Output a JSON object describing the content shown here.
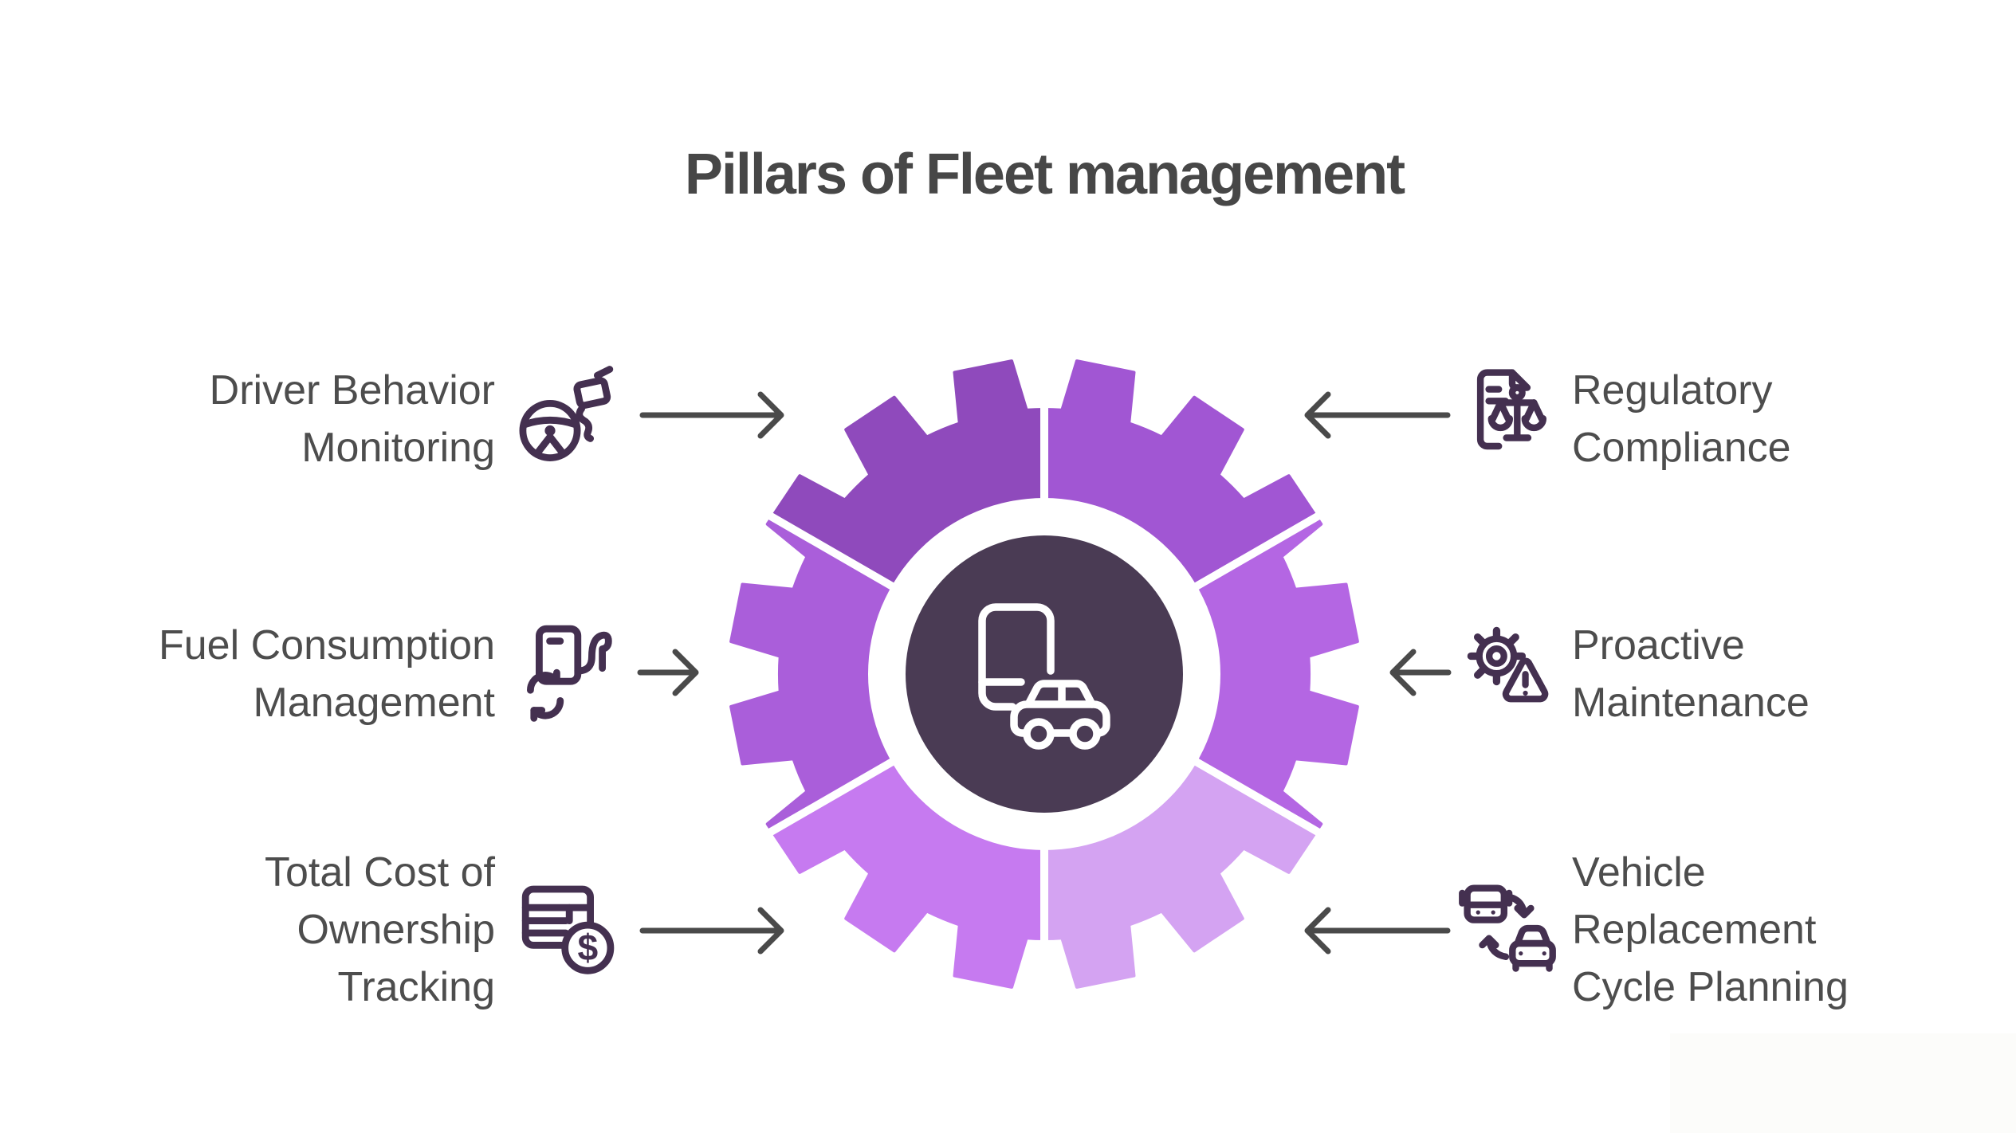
{
  "title": "Pillars of Fleet management",
  "colors": {
    "background": "#ffffff",
    "title_text": "#474747",
    "label_text": "#4d4d4d",
    "arrow": "#4a4a4a",
    "icon_stroke": "#443050",
    "gear_separator": "#ffffff",
    "center_circle_fill": "#4a3b54",
    "center_ring": "#ffffff",
    "center_icon_stroke": "#ffffff"
  },
  "gear_segments": [
    {
      "pillar": "driver-behavior-monitoring",
      "position": "top-left",
      "color": "#8f4abc"
    },
    {
      "pillar": "regulatory-compliance",
      "position": "top-right",
      "color": "#a156d3"
    },
    {
      "pillar": "proactive-maintenance",
      "position": "middle-right",
      "color": "#b466e3"
    },
    {
      "pillar": "vehicle-replacement-cycle-planning",
      "position": "bottom-right",
      "color": "#d4a3f2"
    },
    {
      "pillar": "total-cost-of-ownership-tracking",
      "position": "bottom-left",
      "color": "#c67af0"
    },
    {
      "pillar": "fuel-consumption-management",
      "position": "middle-left",
      "color": "#aa5eda"
    }
  ],
  "pillars": [
    {
      "id": "driver-behavior-monitoring",
      "label": "Driver Behavior Monitoring",
      "lines": [
        "Driver Behavior",
        "Monitoring"
      ],
      "side": "left",
      "icon": "steering-wheel-dashcam-icon"
    },
    {
      "id": "fuel-consumption-management",
      "label": "Fuel Consumption Management",
      "lines": [
        "Fuel Consumption",
        "Management"
      ],
      "side": "left",
      "icon": "fuel-pump-refresh-icon"
    },
    {
      "id": "total-cost-of-ownership-tracking",
      "label": "Total Cost of Ownership Tracking",
      "lines": [
        "Total Cost of",
        "Ownership",
        "Tracking"
      ],
      "side": "left",
      "icon": "spreadsheet-dollar-icon"
    },
    {
      "id": "regulatory-compliance",
      "label": "Regulatory Compliance",
      "lines": [
        "Regulatory",
        "Compliance"
      ],
      "side": "right",
      "icon": "document-scales-icon"
    },
    {
      "id": "proactive-maintenance",
      "label": "Proactive Maintenance",
      "lines": [
        "Proactive",
        "Maintenance"
      ],
      "side": "right",
      "icon": "gear-warning-icon"
    },
    {
      "id": "vehicle-replacement-cycle-planning",
      "label": "Vehicle Replacement Cycle Planning",
      "lines": [
        "Vehicle",
        "Replacement",
        "Cycle Planning"
      ],
      "side": "right",
      "icon": "bus-car-swap-icon"
    }
  ]
}
